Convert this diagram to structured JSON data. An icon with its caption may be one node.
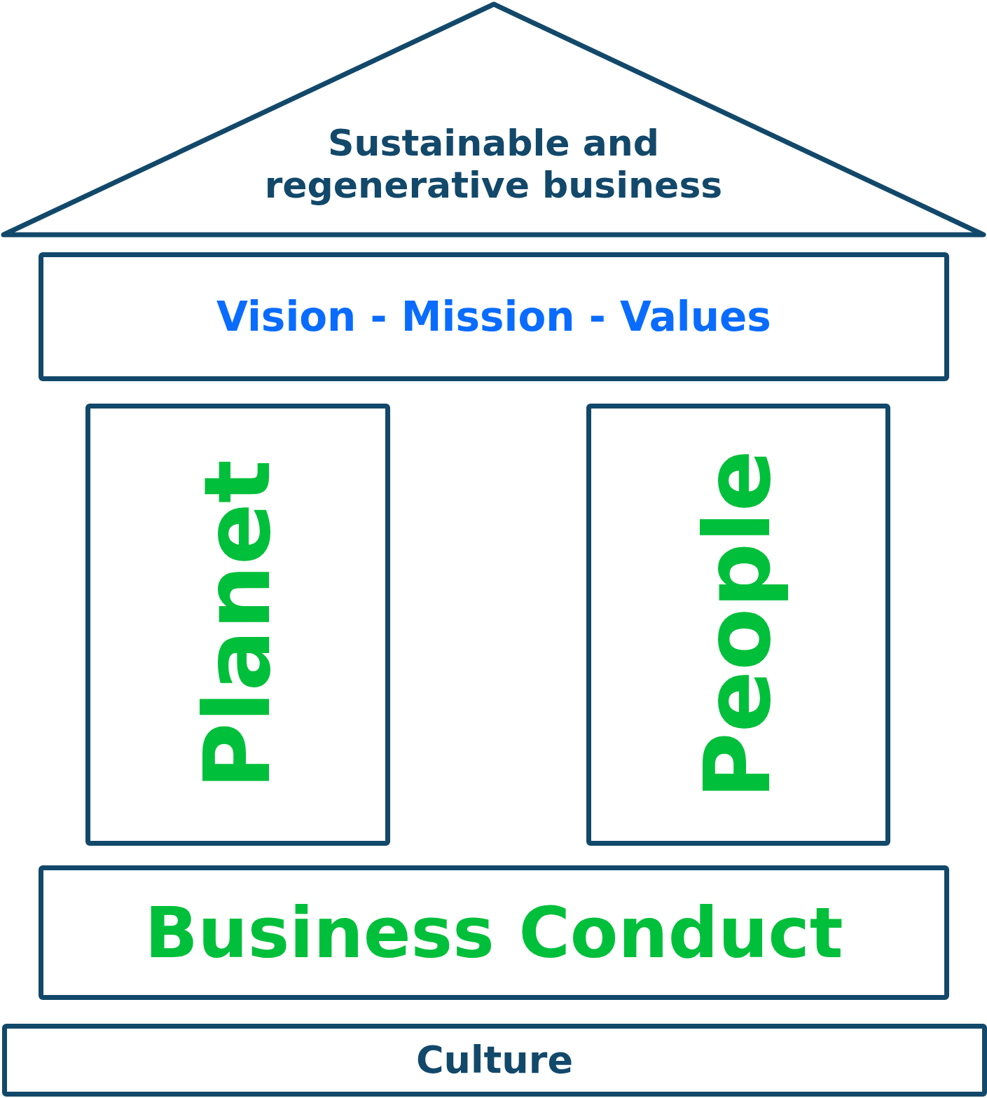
{
  "diagram": {
    "nodes": [
      {
        "text": [
          "Sustainable and regenerative business"
        ]
      },
      {
        "text": [
          "Vision - Mission - Values"
        ]
      },
      {
        "text": [
          "Planet"
        ]
      },
      {
        "text": [
          "People"
        ]
      },
      {
        "text": [
          "Business Conduct"
        ]
      },
      {
        "text": [
          "Culture"
        ]
      }
    ]
  }
}
